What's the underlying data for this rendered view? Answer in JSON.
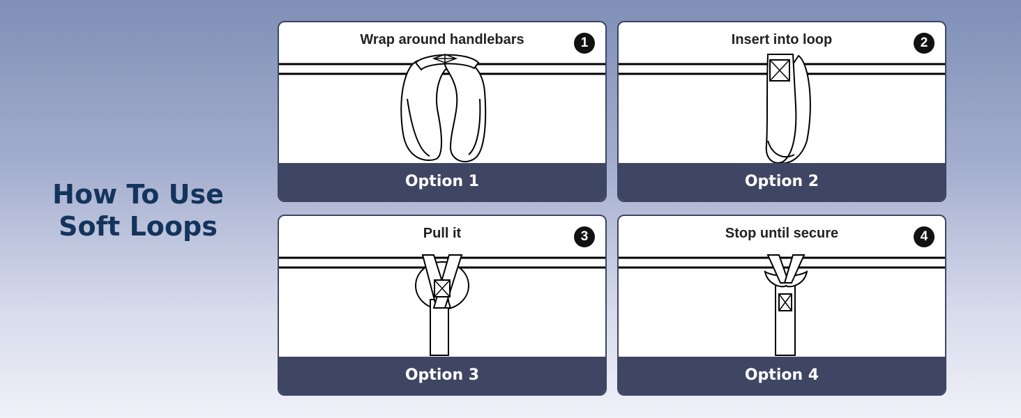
{
  "heading": {
    "line1": "How To Use",
    "line2": "Soft Loops"
  },
  "steps": [
    {
      "number": "1",
      "instruction": "Wrap around handlebars",
      "option": "Option 1"
    },
    {
      "number": "2",
      "instruction": "Insert into loop",
      "option": "Option 2"
    },
    {
      "number": "3",
      "instruction": "Pull it",
      "option": "Option 3"
    },
    {
      "number": "4",
      "instruction": "Stop until secure",
      "option": "Option 4"
    }
  ],
  "colors": {
    "heading": "#14345c",
    "card_footer": "#3f4663",
    "badge": "#111111"
  }
}
